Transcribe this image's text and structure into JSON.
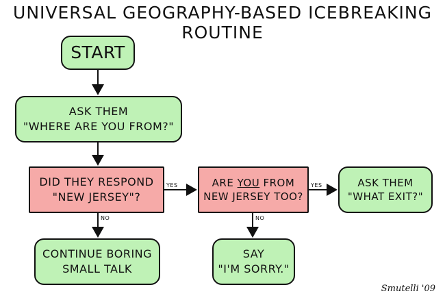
{
  "title": "Universal Geography-Based Icebreaking Routine",
  "nodes": {
    "start": "Start",
    "ask_where_1": "Ask them",
    "ask_where_2": "\"Where are you from?\"",
    "q_respond_1": "Did they respond",
    "q_respond_2": "\"New Jersey\"?",
    "q_you_1a": "Are ",
    "q_you_1b": "you",
    "q_you_1c": " from",
    "q_you_2": "New Jersey too?",
    "ask_exit_1": "Ask them",
    "ask_exit_2": "\"What exit?\"",
    "continue_1": "Continue boring",
    "continue_2": "small talk",
    "sorry_1": "Say",
    "sorry_2": "\"I'm sorry.\""
  },
  "edge_labels": {
    "yes_1": "Yes",
    "no_1": "No",
    "yes_2": "Yes",
    "no_2": "No"
  },
  "signature": "Smutelli '09",
  "colors": {
    "process_fill": "#bff2b6",
    "decision_fill": "#f6aaa8",
    "stroke": "#111111"
  }
}
